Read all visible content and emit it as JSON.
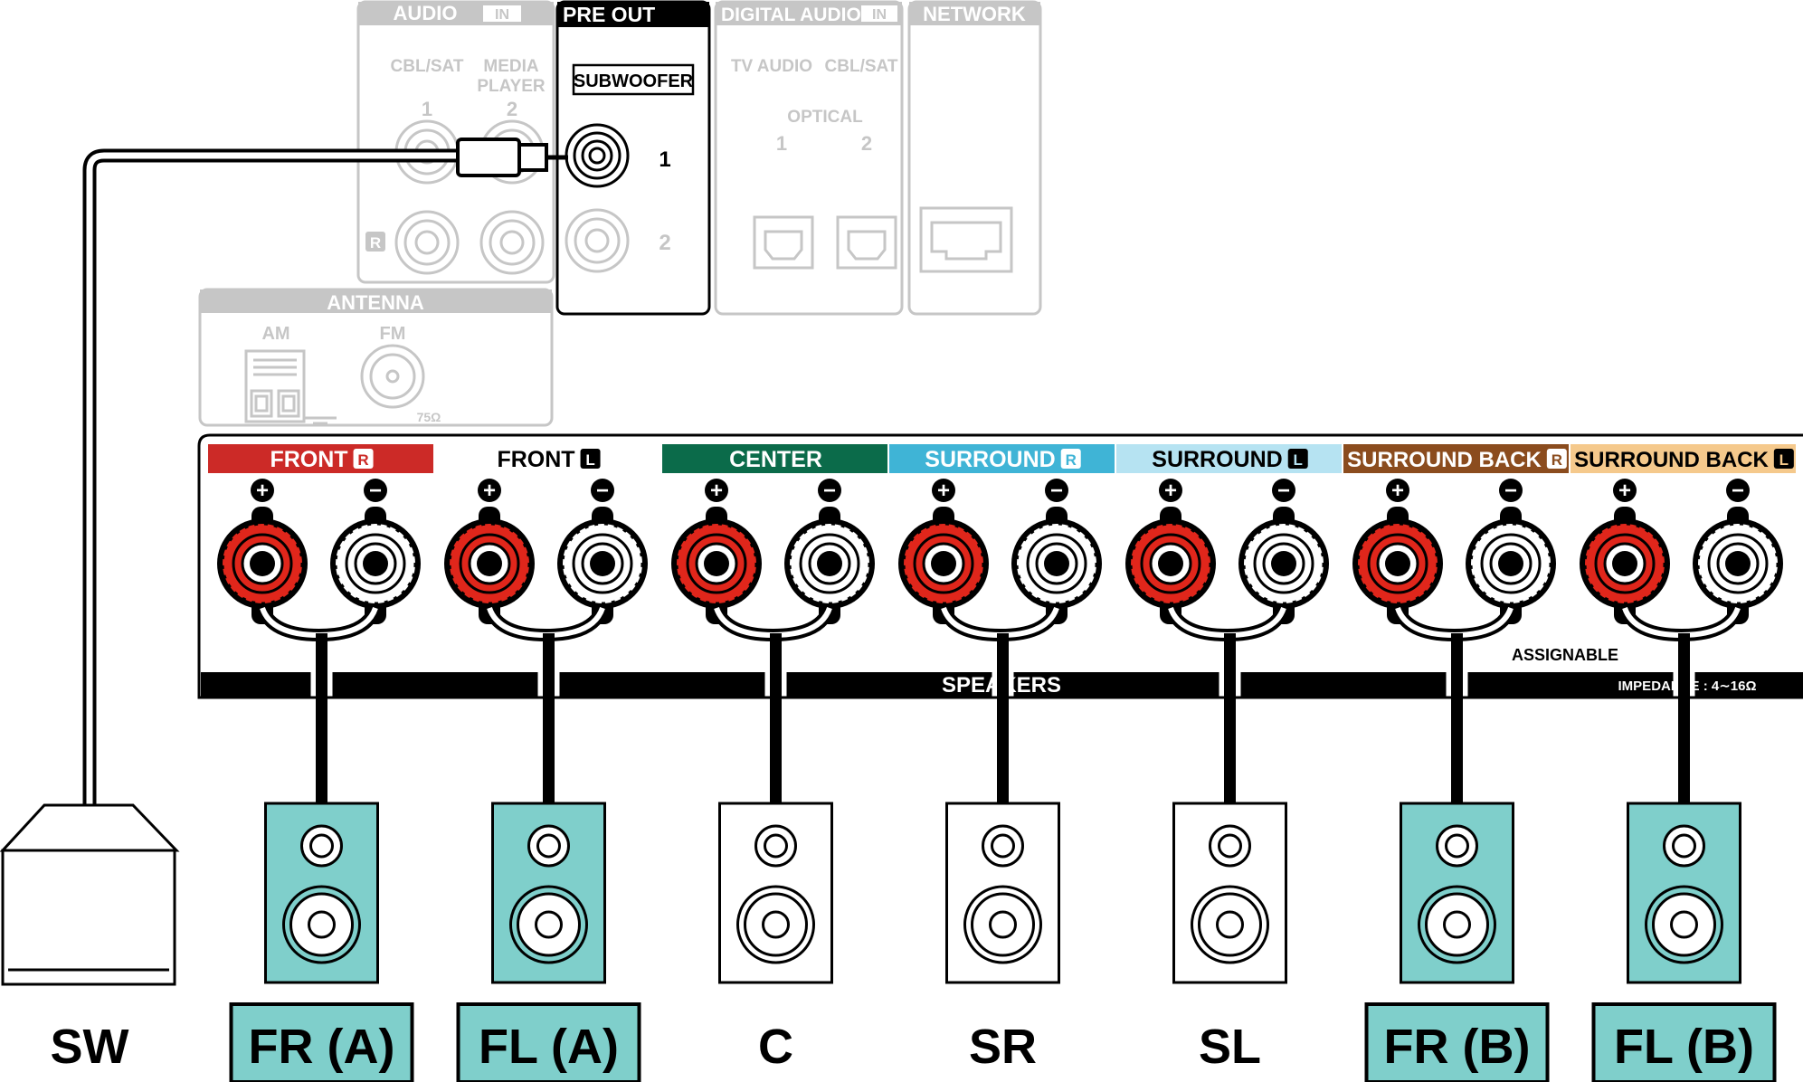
{
  "panels": {
    "audio_in": {
      "title": "AUDIO",
      "tag": "IN",
      "subtitle": "(ASSIGNABLE)",
      "col1_label": "CBL/SAT",
      "col2_label_line1": "MEDIA",
      "col2_label_line2": "PLAYER",
      "col1_num": "1",
      "col2_num": "2",
      "r_badge": "R"
    },
    "pre_out": {
      "title": "PRE OUT",
      "subwoofer_label": "SUBWOOFER",
      "num1": "1",
      "num2": "2"
    },
    "digital_audio_in": {
      "title": "DIGITAL AUDIO",
      "tag": "IN",
      "subtitle": "(ASSIGNABLE)",
      "col1_label": "TV AUDIO",
      "col2_label": "CBL/SAT",
      "optical_label": "OPTICAL",
      "num1": "1",
      "num2": "2"
    },
    "network": {
      "title": "NETWORK"
    },
    "antenna": {
      "title": "ANTENNA",
      "am_label": "AM",
      "fm_label": "FM",
      "fm_ohm": "75Ω"
    }
  },
  "speakers_panel": {
    "channels": [
      {
        "label": "FRONT",
        "side": "R",
        "bg": "#cc2a27",
        "fg": "#ffffff"
      },
      {
        "label": "FRONT",
        "side": "L",
        "bg": "#ffffff",
        "fg": "#000000"
      },
      {
        "label": "CENTER",
        "side": "",
        "bg": "#0b6b4a",
        "fg": "#ffffff"
      },
      {
        "label": "SURROUND",
        "side": "R",
        "bg": "#3fb4d6",
        "fg": "#ffffff"
      },
      {
        "label": "SURROUND",
        "side": "L",
        "bg": "#b6e3f2",
        "fg": "#000000"
      },
      {
        "label": "SURROUND BACK",
        "side": "R",
        "bg": "#8b4c1e",
        "fg": "#ffffff"
      },
      {
        "label": "SURROUND BACK",
        "side": "L",
        "bg": "#f5c98c",
        "fg": "#000000"
      }
    ],
    "plus_symbol": "+",
    "minus_symbol": "−",
    "speakers_label": "SPEAKERS",
    "assignable_label": "ASSIGNABLE",
    "impedance_label": "IMPEDANCE : 4∼16Ω"
  },
  "speakers": [
    {
      "label": "SW",
      "highlight": false,
      "type": "subwoofer"
    },
    {
      "label": "FR (A)",
      "highlight": true,
      "type": "bookshelf"
    },
    {
      "label": "FL (A)",
      "highlight": true,
      "type": "bookshelf"
    },
    {
      "label": "C",
      "highlight": false,
      "type": "bookshelf"
    },
    {
      "label": "SR",
      "highlight": false,
      "type": "bookshelf"
    },
    {
      "label": "SL",
      "highlight": false,
      "type": "bookshelf"
    },
    {
      "label": "FR (B)",
      "highlight": true,
      "type": "bookshelf"
    },
    {
      "label": "FL (B)",
      "highlight": true,
      "type": "bookshelf"
    }
  ],
  "colors": {
    "gray_panel": "#c6c6c6",
    "highlight_fill": "#7fcfcb",
    "terminal_red": "#e0261b",
    "line": "#000000"
  }
}
